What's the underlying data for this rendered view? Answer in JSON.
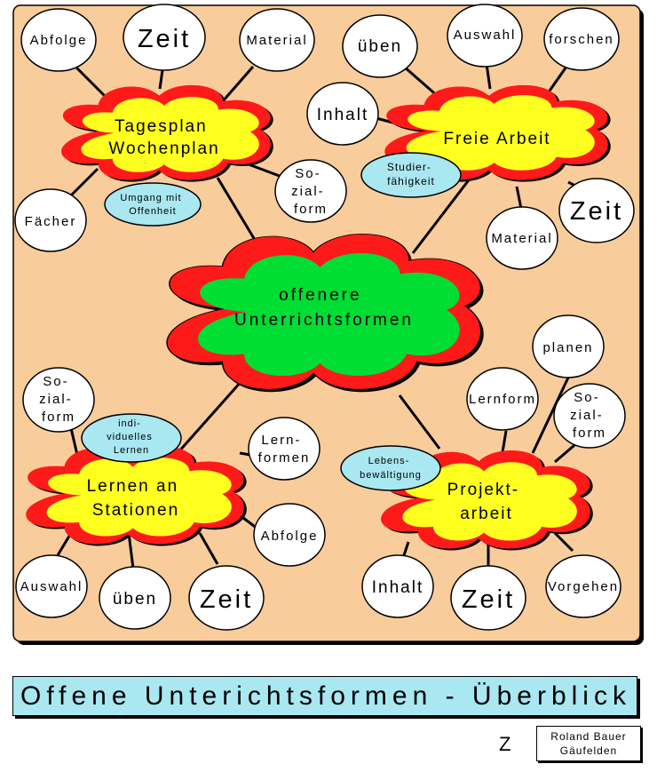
{
  "center": [
    "offenere",
    "Unterrichtsformen"
  ],
  "hubs": {
    "tagesplan": [
      "Tagesplan",
      "Wochenplan"
    ],
    "freie": [
      "Freie Arbeit"
    ],
    "stationen": [
      "Lernen an",
      "Stationen"
    ],
    "projekt": [
      "Projekt-",
      "arbeit"
    ]
  },
  "nodes": {
    "abfolge_tl": [
      "Abfolge"
    ],
    "zeit_tl": [
      "Zeit"
    ],
    "material_tl": [
      "Material"
    ],
    "faecher": [
      "Fächer"
    ],
    "ueben_tr": [
      "üben"
    ],
    "auswahl_tr": [
      "Auswahl"
    ],
    "forschen": [
      "forschen"
    ],
    "inhalt_tr": [
      "Inhalt"
    ],
    "sozialform_mid": [
      "So-",
      "zial-",
      "form"
    ],
    "zeit_tr": [
      "Zeit"
    ],
    "material_tr": [
      "Material"
    ],
    "sozialform_bl": [
      "So-",
      "zial-",
      "form"
    ],
    "lernformen_bl": [
      "Lern-",
      "formen"
    ],
    "abfolge_bl": [
      "Abfolge"
    ],
    "auswahl_bl": [
      "Auswahl"
    ],
    "ueben_bl": [
      "üben"
    ],
    "zeit_bl": [
      "Zeit"
    ],
    "planen": [
      "planen"
    ],
    "lernform_br": [
      "Lernform"
    ],
    "sozialform_br": [
      "So-",
      "zial-",
      "form"
    ],
    "inhalt_br": [
      "Inhalt"
    ],
    "zeit_br": [
      "Zeit"
    ],
    "vorgehen": [
      "Vorgehen"
    ]
  },
  "badges": {
    "umgang": [
      "Umgang mit",
      "Offenheit"
    ],
    "studier": [
      "Studier-",
      "fähigkeit"
    ],
    "individuell": [
      "indi-",
      "viduelles",
      "Lernen"
    ],
    "lebens": [
      "Lebens-",
      "bewältigung"
    ]
  },
  "footer": {
    "title": "Offene Unterichtsformen - Überblick",
    "z": "Z",
    "author_line1": "Roland Bauer",
    "author_line2": "Gäufelden"
  },
  "colors": {
    "board": "#f9cc9b",
    "center_fill": "#00dd33",
    "hub_fill": "#ffff20",
    "cloud_rim": "#ff1a1a",
    "bubble": "#ffffff",
    "badge": "#a9e7f1"
  }
}
